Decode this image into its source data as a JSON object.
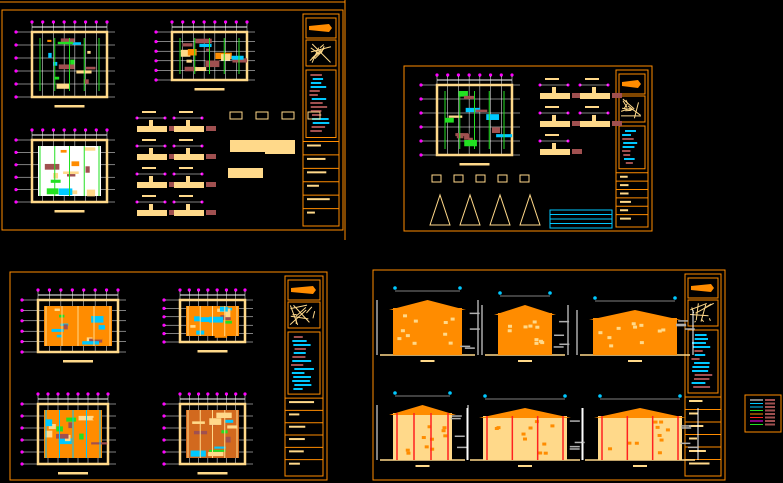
{
  "viewport": {
    "background": "#000000"
  },
  "colors": {
    "frame": "#ff8c00",
    "cream": "#ffd98a",
    "orange": "#ff8c00",
    "cyan": "#00c8ff",
    "green": "#22e022",
    "magenta": "#ff00ff",
    "white": "#ffffff",
    "brown": "#a05050",
    "red": "#ff2020",
    "grey": "#b0b0b0"
  },
  "sheets": [
    {
      "kind": "floor-plans-structure"
    },
    {
      "kind": "foundation-details"
    },
    {
      "kind": "architectural-floor-plans"
    },
    {
      "kind": "elevations-and-sections"
    },
    {
      "kind": "layer-legend"
    }
  ]
}
